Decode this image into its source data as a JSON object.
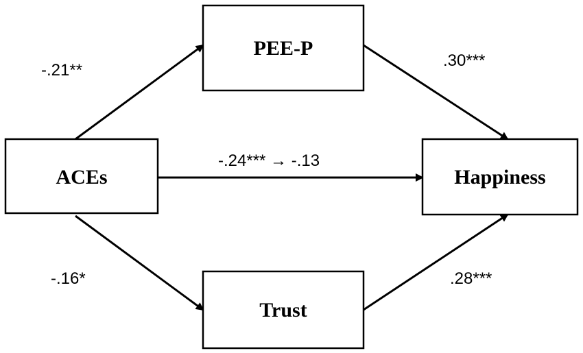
{
  "nodes": {
    "aces": "ACEs",
    "pee_p": "PEE-P",
    "happiness": "Happiness",
    "trust": "Trust"
  },
  "coefficients": {
    "aces_to_pee_p": "-.21**",
    "pee_p_to_happiness": ".30***",
    "aces_to_happiness": "-.24*** → -.13",
    "aces_to_trust": "-.16*",
    "trust_to_happiness": ".28***"
  },
  "colors": {
    "stroke": "#000000",
    "background": "#ffffff"
  }
}
